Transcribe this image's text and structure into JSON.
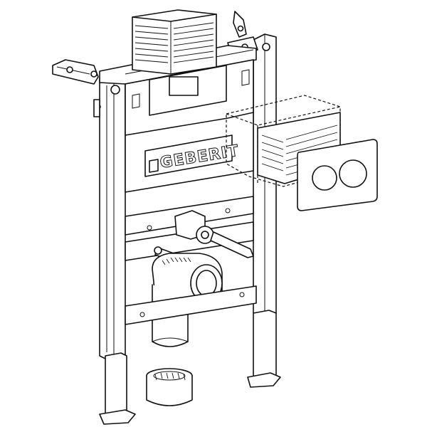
{
  "diagram": {
    "brand_label": "GEBERIT",
    "colors": {
      "line": "#111111",
      "fill": "#ffffff"
    },
    "parts": [
      "installation-frame",
      "cistern-cover",
      "flush-plate",
      "dual-flush-buttons",
      "drain-bend",
      "drain-connector",
      "water-supply-valve",
      "fixing-bolts",
      "wall-brackets",
      "frame-feet"
    ]
  }
}
